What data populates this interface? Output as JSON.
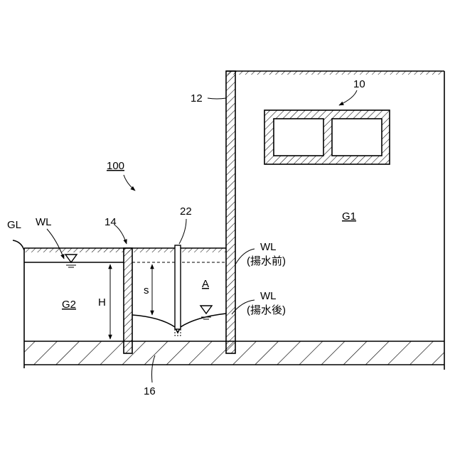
{
  "labels": {
    "ref_10": "10",
    "ref_12": "12",
    "ref_100": "100",
    "ref_14": "14",
    "ref_22": "22",
    "ref_16": "16",
    "gl": "GL",
    "wl_left": "WL",
    "wl_before": "WL",
    "before_pumping": "(揚水前)",
    "wl_after": "WL",
    "after_pumping": "(揚水後)",
    "ground_g1": "G1",
    "ground_g2": "G2",
    "area_a": "A",
    "dim_h": "H",
    "dim_s": "s"
  }
}
